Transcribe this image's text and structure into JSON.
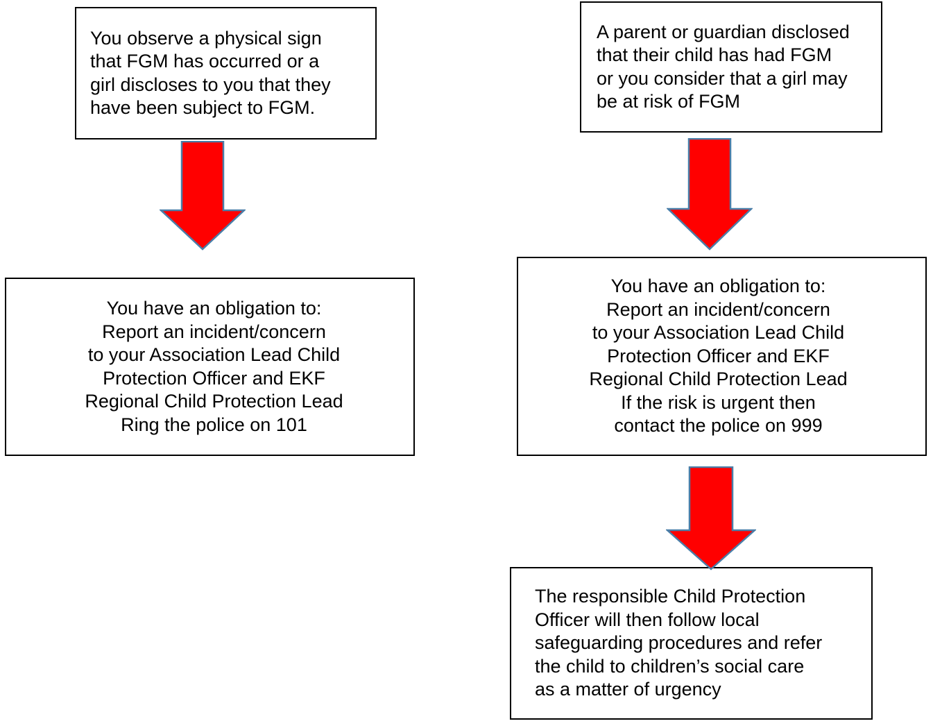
{
  "diagram": {
    "title": "FGM safeguarding reporting flowchart",
    "colors": {
      "box_border": "#000000",
      "box_fill": "#ffffff",
      "text": "#000000",
      "arrow_fill": "#ff0000",
      "arrow_stroke": "#4a7ea8"
    }
  },
  "nodes": {
    "observe_sign": {
      "id": "observe-sign",
      "text": "You observe a physical sign\nthat FGM has occurred or a\ngirl discloses to you that they\nhave been subject to FGM."
    },
    "parent_disclosed": {
      "id": "parent-disclosed",
      "text": "A parent or guardian disclosed\nthat their child has had FGM\nor you consider that a girl may\nbe at risk of FGM"
    },
    "obligation_101": {
      "id": "obligation-101",
      "text": "You have an obligation to:\nReport an incident/concern\nto your Association Lead Child\nProtection Officer and EKF\nRegional Child Protection Lead\nRing the police on 101"
    },
    "obligation_999": {
      "id": "obligation-999",
      "text": "You have an obligation to:\nReport an incident/concern\nto your Association Lead Child\nProtection Officer and EKF\nRegional Child Protection Lead\nIf the risk is urgent then\ncontact the police on 999"
    },
    "cpo_follow_up": {
      "id": "cpo-follow-up",
      "text": "The responsible Child Protection\nOfficer will then follow local\nsafeguarding procedures and refer\nthe child to children’s social care\nas a matter of urgency"
    }
  },
  "connectors": [
    {
      "id": "arrow-left-down",
      "icon": "down-arrow-icon",
      "from": "observe-sign",
      "to": "obligation-101",
      "direction": "down"
    },
    {
      "id": "arrow-right-down-1",
      "icon": "down-arrow-icon",
      "from": "parent-disclosed",
      "to": "obligation-999",
      "direction": "down"
    },
    {
      "id": "arrow-right-down-2",
      "icon": "down-arrow-icon",
      "from": "obligation-999",
      "to": "cpo-follow-up",
      "direction": "down"
    }
  ]
}
